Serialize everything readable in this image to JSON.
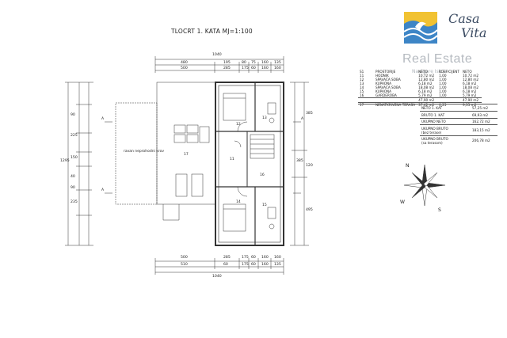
{
  "title": "TLOCRT 1. KATA   MJ=1:100",
  "logo": {
    "line1": "Casa",
    "line2": "Vita"
  },
  "watermark": {
    "brand": "Real Estate",
    "tagline": "Navigare Istria"
  },
  "top_dims": {
    "overall": "1040",
    "row1": [
      "480",
      "195",
      "80",
      "75",
      "160",
      "135"
    ],
    "row2": [
      "500",
      "285",
      "175",
      "60",
      "160",
      "160"
    ]
  },
  "bottom_dims": {
    "row1": [
      "500",
      "285",
      "175",
      "60",
      "160",
      "160"
    ],
    "row2": [
      "510",
      "60",
      "175",
      "60",
      "160",
      "135"
    ],
    "overall": "1040"
  },
  "left_dims": {
    "overall": "1295",
    "parts": [
      "90",
      "225",
      "150",
      "40",
      "90",
      "235"
    ]
  },
  "right_dims": {
    "overall": "385",
    "parts": [
      "385",
      "120",
      "495"
    ]
  },
  "plan_labels": {
    "roof": "ravan neprohodni krov",
    "r17": "17",
    "r12": "12",
    "r13": "13",
    "r11": "11",
    "r16": "16",
    "r14": "14",
    "r15": "15",
    "section_a": "A"
  },
  "table": {
    "headers": [
      "S1",
      "PROSTORIJE",
      "NETO",
      "KOEFICIJENT",
      "NETO"
    ],
    "rows": [
      [
        "11",
        "HODNIK",
        "10,72 m2",
        "1,00",
        "10,72 m2"
      ],
      [
        "12",
        "SPAVAĆA SOBA",
        "12,80 m2",
        "1,00",
        "12,80 m2"
      ],
      [
        "13",
        "KUPAONA",
        "6,18 m2",
        "1,00",
        "6,18 m2"
      ],
      [
        "14",
        "SPAVAĆA SOBA",
        "18,08 m2",
        "1,00",
        "18,08 m2"
      ],
      [
        "15",
        "KUPAONA",
        "6,18 m2",
        "1,00",
        "6,18 m2"
      ],
      [
        "16",
        "GARDEROBA",
        "5,79 m2",
        "1,00",
        "5,79 m2"
      ],
      [
        "",
        "",
        "47,90 m2",
        "",
        "47,90 m2"
      ],
      [
        "17",
        "NENATKRIVENA TERASA",
        "37,42 m2",
        "0,25",
        "9,35 m2"
      ]
    ],
    "neto_kat_label": "NETO 1. KAT",
    "neto_kat_value": "57,25 m2",
    "bruto_kat_label": "BRUTO 1. KAT",
    "bruto_kat_value": "69,93 m2",
    "ukupno_neto_label": "UKUPNO NETO",
    "ukupno_neto_value": "162,72 m2",
    "ukupno_bruto_label": "UKUPNO BRUTO",
    "ukupno_bruto_sub": "(bez terase)",
    "ukupno_bruto_value": "183,15 m2",
    "ukupno_bruto2_label": "UKUPNO BRUTO",
    "ukupno_bruto2_sub": "(sa terasom)",
    "ukupno_bruto2_value": "206,78 m2"
  },
  "compass": {
    "n": "N",
    "w": "W",
    "s": "S"
  }
}
